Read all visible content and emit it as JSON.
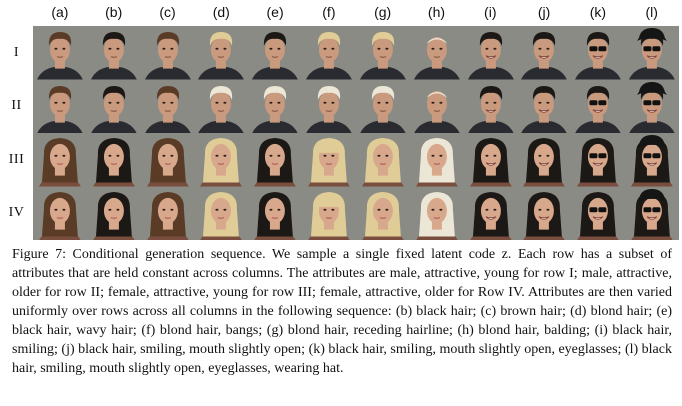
{
  "figure": {
    "columns": [
      "(a)",
      "(b)",
      "(c)",
      "(d)",
      "(e)",
      "(f)",
      "(g)",
      "(h)",
      "(i)",
      "(j)",
      "(k)",
      "(l)"
    ],
    "rows": [
      "I",
      "II",
      "III",
      "IV"
    ],
    "caption": "Figure 7:  Conditional generation sequence. We sample a single fixed latent code z. Each row has a subset of attributes that are held constant across columns. The attributes are male, attractive, young for row I; male, attractive, older for row II; female, attractive, young for row III; female, attractive, older for Row IV. Attributes are then varied uniformly over rows across all columns in the following sequence: (b) black hair; (c) brown hair; (d) blond hair; (e) black hair, wavy hair; (f) blond hair, bangs; (g) blond hair, receding hairline; (h) blond hair, balding; (i) black hair, smiling; (j) black hair, smiling, mouth slightly open; (k) black hair, smiling, mouth slightly open, eyeglasses; (l) black hair, smiling, mouth slightly open, eyeglasses, wearing hat."
  },
  "colors": {
    "background": "#8b8b86",
    "skin_male": "#c99a7d",
    "skin_female": "#d8a88c",
    "hair_black": "#1c1815",
    "hair_brown": "#5a3c26",
    "hair_blond": "#e0cc96",
    "hair_light": "#ece6d6",
    "suit": "#2a2b30"
  }
}
